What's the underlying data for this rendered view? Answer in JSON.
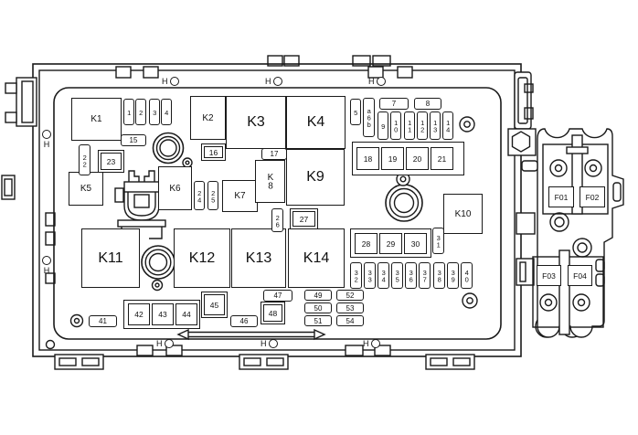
{
  "colors": {
    "line": "#1a1a1a",
    "background": "#ffffff"
  },
  "housing": {
    "hole_mark": "H"
  },
  "relays": {
    "k1": "K1",
    "k2": "K2",
    "k3": "K3",
    "k4": "K4",
    "k5": "K5",
    "k6": "K6",
    "k7": "K7",
    "k8": "K8",
    "k9": "K9",
    "k10": "K10",
    "k11": "K11",
    "k12": "K12",
    "k13": "K13",
    "k14": "K14"
  },
  "fuses": {
    "f1": "1",
    "f2": "2",
    "f3": "3",
    "f4": "4",
    "f5": "5",
    "f6": "a6b",
    "f7": "7",
    "f8": "8",
    "f9": "9",
    "f10": "10",
    "f11": "11",
    "f12": "12",
    "f13": "13",
    "f14": "14",
    "f15": "15",
    "f16": "16",
    "f17": "17",
    "f18": "18",
    "f19": "19",
    "f20": "20",
    "f21": "21",
    "f22": "22",
    "f23": "23",
    "f24": "24",
    "f25": "25",
    "f26": "26",
    "f27": "27",
    "f28": "28",
    "f29": "29",
    "f30": "30",
    "f31": "31",
    "f32": "32",
    "f33": "33",
    "f34": "34",
    "f35": "35",
    "f36": "36",
    "f37": "37",
    "f38": "38",
    "f39": "39",
    "f40": "40",
    "f41": "41",
    "f42": "42",
    "f43": "43",
    "f44": "44",
    "f45": "45",
    "f46": "46",
    "f47": "47",
    "f48": "48",
    "f49": "49",
    "f50": "50",
    "f51": "51",
    "f52": "52",
    "f53": "53",
    "f54": "54"
  },
  "midi_fuses": {
    "f01": "F01",
    "f02": "F02",
    "f03": "F03",
    "f04": "F04"
  }
}
